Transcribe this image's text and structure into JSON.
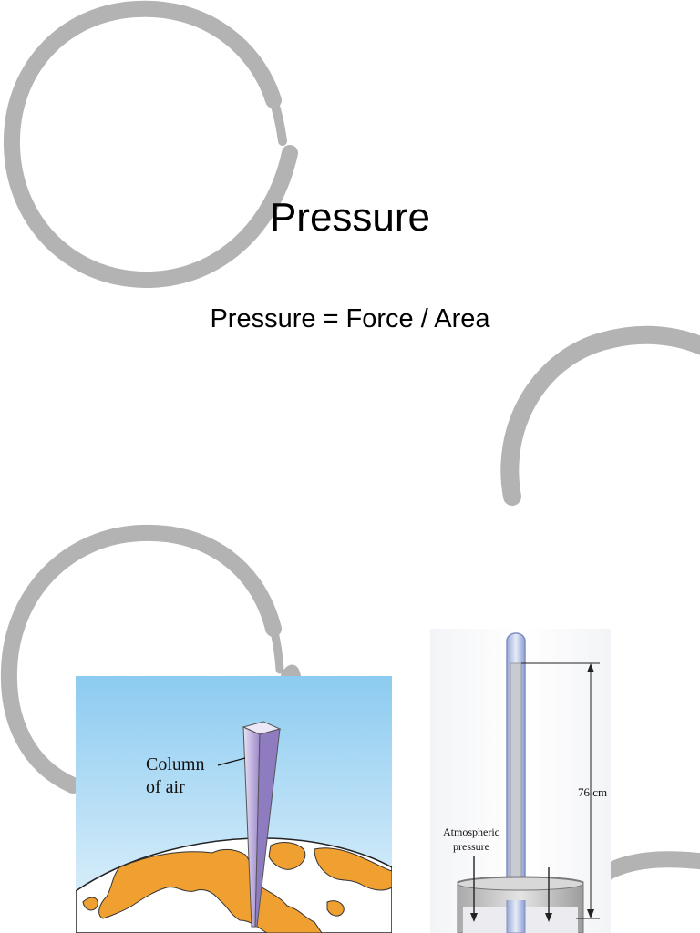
{
  "slide": {
    "title": "Pressure",
    "subtitle": "Pressure = Force / Area"
  },
  "figures": {
    "column_of_air": {
      "label_line1": "Column",
      "label_line2": "of air"
    },
    "barometer": {
      "height_label": "76 cm",
      "atmo_line1": "Atmospheric",
      "atmo_line2": "pressure"
    }
  },
  "colors": {
    "ring": "#b3b3b3",
    "sky_top": "#8ccbf0",
    "sky_bottom": "#dff0fb",
    "land": "#f0a030",
    "ocean": "#ffffff",
    "column": "#b7a6d8"
  }
}
